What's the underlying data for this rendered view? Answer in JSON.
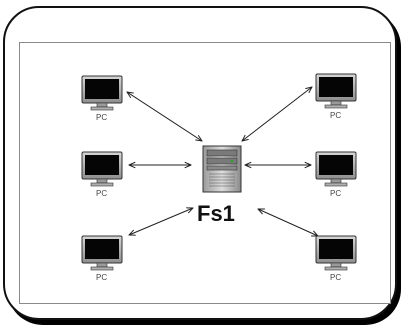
{
  "diagram": {
    "server": {
      "label": "Fs1",
      "icon": "server-tower-icon"
    },
    "clients": [
      {
        "label": "PC",
        "icon": "monitor-icon"
      },
      {
        "label": "PC",
        "icon": "monitor-icon"
      },
      {
        "label": "PC",
        "icon": "monitor-icon"
      },
      {
        "label": "PC",
        "icon": "monitor-icon"
      },
      {
        "label": "PC",
        "icon": "monitor-icon"
      },
      {
        "label": "PC",
        "icon": "monitor-icon"
      }
    ],
    "connection_style": "double-headed-arrow",
    "colors": {
      "frame": "#111111",
      "monitor_screen": "#050505",
      "monitor_body": "#b8b8b8",
      "server_body": "#c4c4c4",
      "arrow": "#222222"
    }
  }
}
